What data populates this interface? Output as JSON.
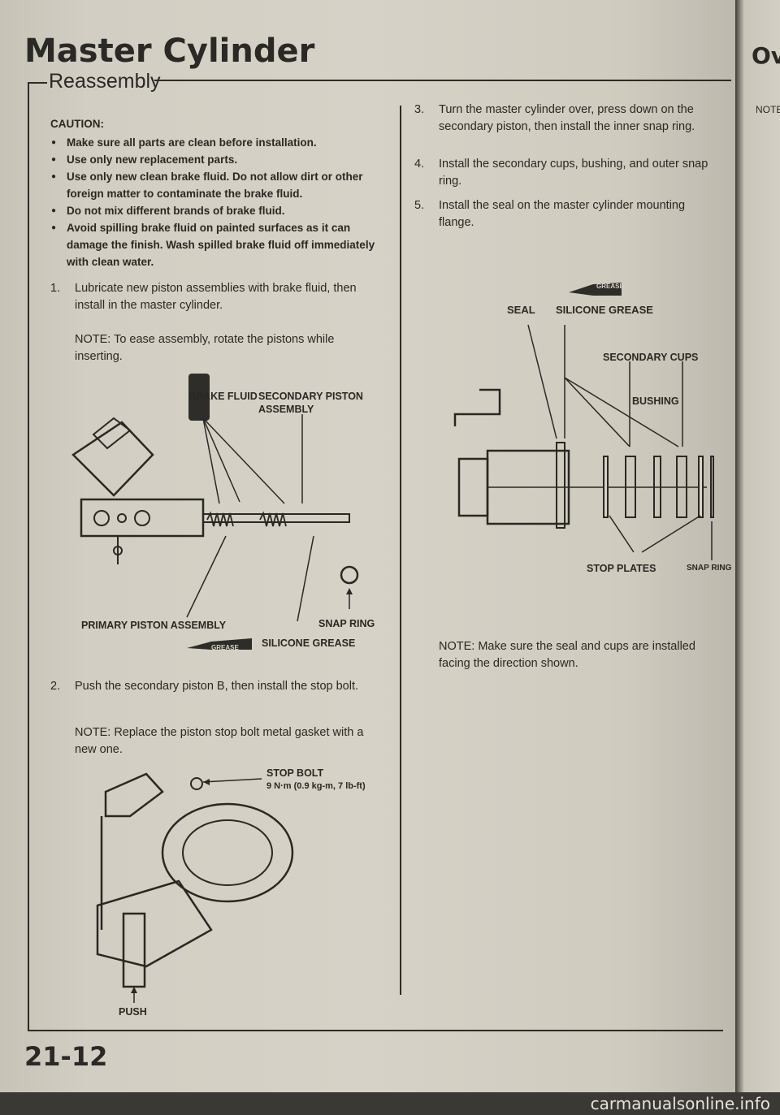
{
  "page": {
    "title": "Master Cylinder",
    "section": "Reassembly",
    "page_number": "21-12",
    "next_page_header": "Ove",
    "next_page_note": "NOTE",
    "footer": "carmanualsonline.info"
  },
  "caution": {
    "heading": "CAUTION:",
    "items": [
      "Make sure all parts are clean before installation.",
      "Use only new replacement parts.",
      "Use only new clean brake fluid. Do not allow dirt or other foreign matter to contaminate the brake fluid.",
      "Do not mix different brands of brake fluid.",
      "Avoid spilling brake fluid on painted surfaces as it can damage the finish. Wash spilled brake fluid off immediately with clean water."
    ]
  },
  "steps": [
    {
      "num": "1.",
      "text": "Lubricate new piston assemblies with brake fluid, then install in the master cylinder.",
      "note": "NOTE: To ease assembly, rotate the pistons while inserting."
    },
    {
      "num": "2.",
      "text": "Push the secondary piston B, then install the stop bolt.",
      "note": "NOTE: Replace the piston stop bolt metal gasket with a new one."
    },
    {
      "num": "3.",
      "text": "Turn the master cylinder over, press down on the secondary piston, then install the inner snap ring."
    },
    {
      "num": "4.",
      "text": "Install the secondary cups, bushing, and outer snap ring."
    },
    {
      "num": "5.",
      "text": "Install the seal on the master cylinder mounting flange."
    }
  ],
  "figure1": {
    "brake_fluid": "BRAKE FLUID",
    "secondary_piston": "SECONDARY PISTON ASSEMBLY",
    "primary_piston": "PRIMARY PISTON ASSEMBLY",
    "snap_ring": "SNAP RING",
    "silicone_grease": "SILICONE GREASE",
    "grease_tube": "GREASE"
  },
  "figure2": {
    "stop_bolt": "STOP BOLT",
    "torque": "9 N·m (0.9 kg-m, 7 lb-ft)",
    "push": "PUSH"
  },
  "figure3": {
    "grease_tube": "GREASE",
    "seal": "SEAL",
    "silicone_grease": "SILICONE GREASE",
    "secondary_cups": "SECONDARY CUPS",
    "bushing": "BUSHING",
    "stop_plates": "STOP PLATES",
    "snap_ring": "SNAP RING",
    "note": "NOTE: Make sure the seal and cups are installed facing the direction shown."
  },
  "colors": {
    "paper": "#d6d2c7",
    "ink": "#2a2822"
  }
}
